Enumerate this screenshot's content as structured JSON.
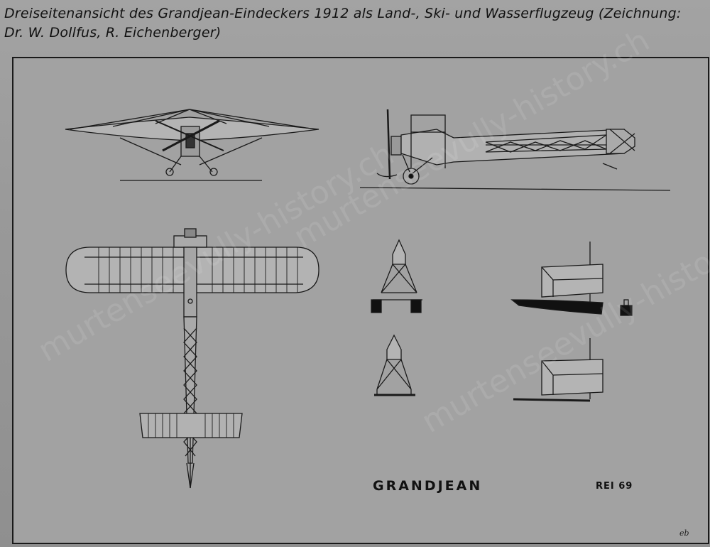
{
  "caption": {
    "line1": "Dreiseitenansicht des Grandjean-Eindeckers 1912 als Land-, Ski- und Wasserflugzeug (Zeichnung:",
    "line2": "Dr. W. Dollfus, R. Eichenberger)"
  },
  "drawing": {
    "title": "GRANDJEAN",
    "reference": "REI 69",
    "initials": "eb"
  },
  "watermark": {
    "text": "murtenseevully-history.ch"
  }
}
